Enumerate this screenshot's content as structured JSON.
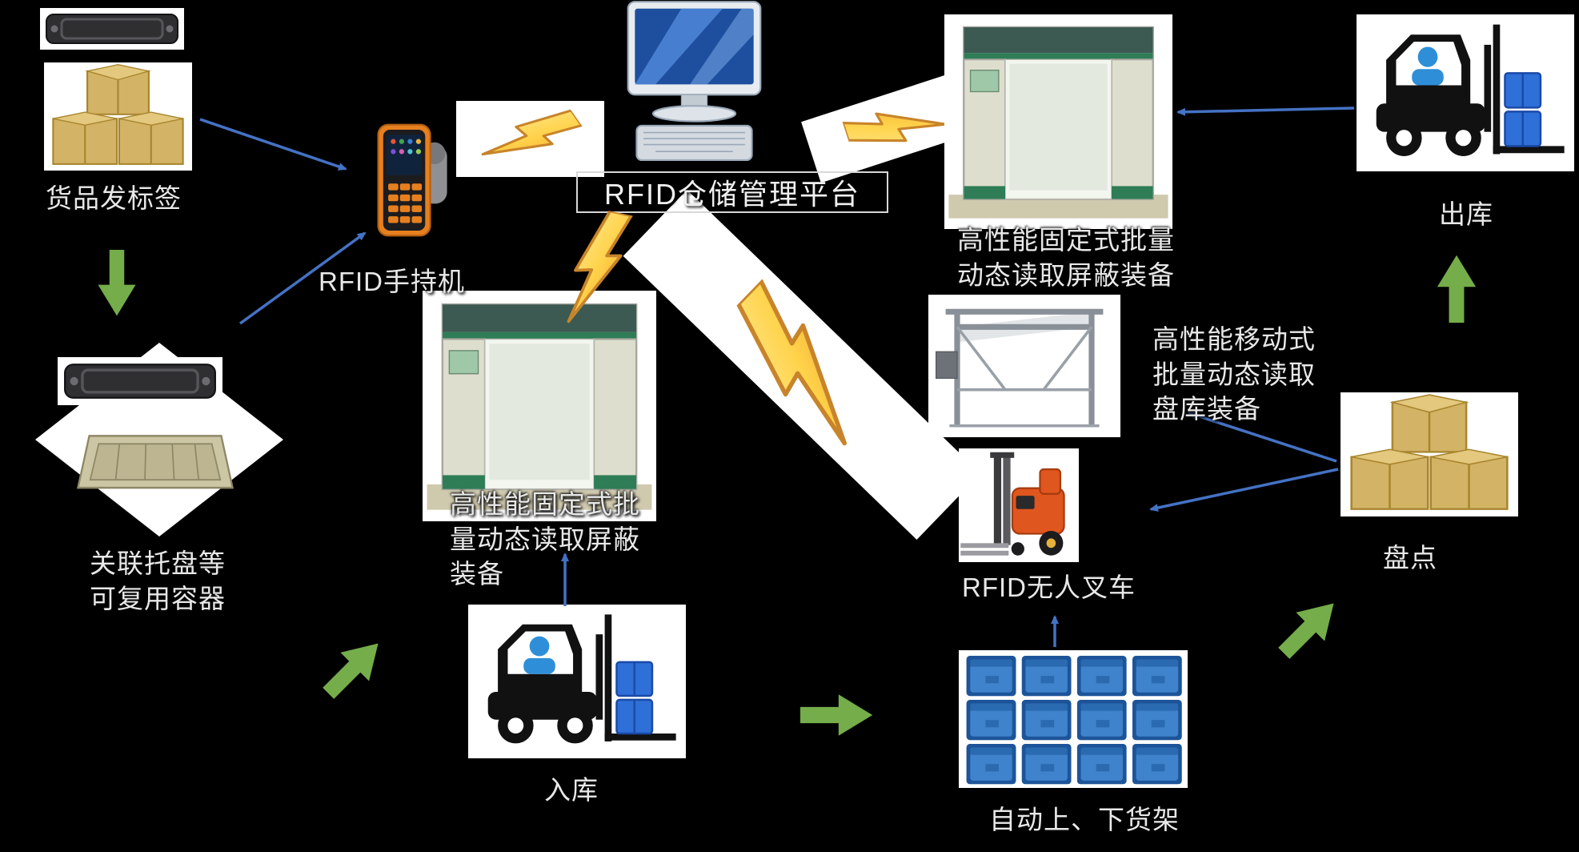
{
  "colors": {
    "background": "#000000",
    "text": "#e8e8e8",
    "arrow_green": "#74ad49",
    "arrow_blue": "#4472c4",
    "bolt_fill_light": "#ffe98c",
    "bolt_fill_dark": "#f09f2e",
    "bolt_stroke": "#c8842a",
    "box_cardboard": "#d3b365",
    "bin_blue": "#2e75b6",
    "forklift_black": "#111111",
    "stacker_orange": "#e0561f",
    "gate_green": "#2e7d56"
  },
  "labels": {
    "goods_tagging": "货品发标签",
    "reusable_container": "关联托盘等\n可复用容器",
    "handheld": "RFID手持机",
    "platform": "RFID仓储管理平台",
    "fixed_gate_center": "高性能固定式批\n量动态读取屏蔽\n装备",
    "fixed_gate_right": "高性能固定式批量\n动态读取屏蔽装备",
    "mobile_reader": "高性能移动式\n批量动态读取\n盘库装备",
    "agv_forklift": "RFID无人叉车",
    "auto_shelving": "自动上、下货架",
    "inbound": "入库",
    "outbound": "出库",
    "stocktake": "盘点"
  },
  "icons": {
    "rfid_tag": "rfid-tag-icon",
    "cardboard_boxes": "cardboard-boxes-icon",
    "pallet_tray": "pallet-tray-icon",
    "handheld_reader": "rfid-handheld-icon",
    "management_computer": "computer-icon",
    "fixed_gate": "rfid-gate-icon",
    "mobile_frame": "mobile-reader-frame-icon",
    "agv_stacker": "agv-stacker-icon",
    "shelving": "blue-shelving-icon",
    "forklift": "forklift-icon",
    "lightning": "lightning-bolt-icon",
    "green_arrow": "flow-arrow-icon",
    "blue_arrow": "connector-arrow-icon"
  }
}
